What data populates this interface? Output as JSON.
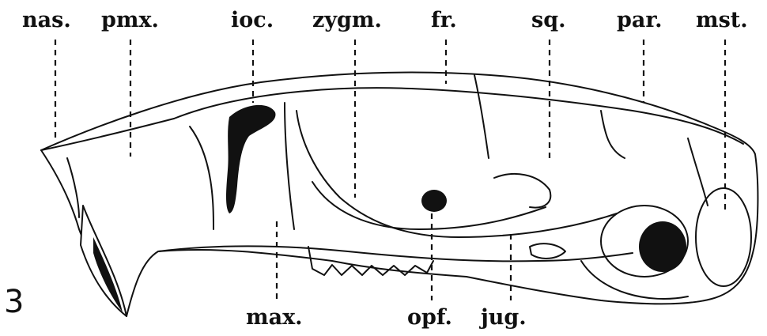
{
  "figure_number": "3",
  "labels": {
    "nas": "nas.",
    "pmx": "pmx.",
    "ioc": "ioc.",
    "zygm": "zygm.",
    "fr": "fr.",
    "sq": "sq.",
    "par": "par.",
    "mst": "mst.",
    "max": "max.",
    "opf": "opf.",
    "jug": "jug."
  },
  "colors": {
    "ink": "#111111",
    "paper": "#ffffff"
  }
}
